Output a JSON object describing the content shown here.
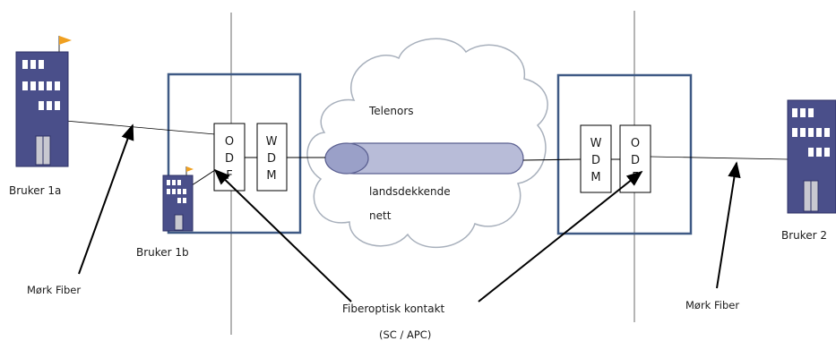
{
  "colors": {
    "background": "#ffffff",
    "building": "#4a4f8a",
    "building_dark": "#2e3266",
    "window": "#ffffff",
    "door": "#c8c8d0",
    "flag": "#f0a020",
    "site_box_border": "#3f5a85",
    "cloud_fill": "#ffffff",
    "cloud_stroke": "#a8b0bc",
    "tube_fill": "#b8bcd8",
    "tube_end": "#9aa0c8",
    "tube_stroke": "#5a5f90",
    "line": "#000000",
    "divider": "#6b6b6b"
  },
  "labels": {
    "user_1a": "Bruker 1a",
    "user_1b": "Bruker 1b",
    "user_2": "Bruker 2",
    "dark_fiber_left": "Mørk Fiber",
    "dark_fiber_right": "Mørk Fiber",
    "connector": "Fiberoptisk kontakt",
    "connector_type": "(SC / APC)",
    "cloud_line1": "Telenors",
    "cloud_line2": "landsdekkende",
    "cloud_line3": "nett"
  },
  "left_odf": {
    "letters": [
      "O",
      "D",
      "F"
    ]
  },
  "left_wdm": {
    "letters": [
      "W",
      "D",
      "M"
    ]
  },
  "right_wdm": {
    "letters": [
      "W",
      "D",
      "M"
    ]
  },
  "right_odf": {
    "letters": [
      "O",
      "D",
      "F"
    ]
  },
  "icons": {
    "building_1a": "office-building-icon",
    "building_1b": "office-building-icon",
    "building_2": "office-building-icon"
  }
}
